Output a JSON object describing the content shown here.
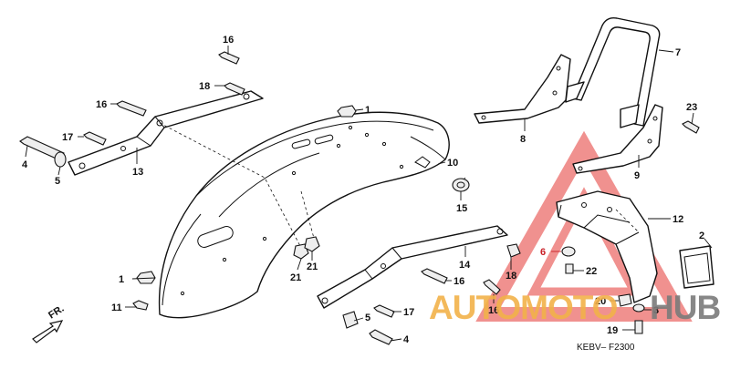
{
  "diagram": {
    "code": "KEBV– F2300",
    "direction": "FR.",
    "callouts": [
      {
        "id": "c1a",
        "num": "1"
      },
      {
        "id": "c1b",
        "num": "1"
      },
      {
        "id": "c2",
        "num": "2"
      },
      {
        "id": "c3",
        "num": "3"
      },
      {
        "id": "c4a",
        "num": "4"
      },
      {
        "id": "c4b",
        "num": "4"
      },
      {
        "id": "c5a",
        "num": "5"
      },
      {
        "id": "c5b",
        "num": "5"
      },
      {
        "id": "c6",
        "num": "6",
        "highlight": true
      },
      {
        "id": "c7",
        "num": "7"
      },
      {
        "id": "c8",
        "num": "8"
      },
      {
        "id": "c9",
        "num": "9"
      },
      {
        "id": "c10",
        "num": "10"
      },
      {
        "id": "c11",
        "num": "11"
      },
      {
        "id": "c12",
        "num": "12"
      },
      {
        "id": "c13",
        "num": "13"
      },
      {
        "id": "c14",
        "num": "14"
      },
      {
        "id": "c15",
        "num": "15"
      },
      {
        "id": "c16a",
        "num": "16"
      },
      {
        "id": "c16b",
        "num": "16"
      },
      {
        "id": "c16c",
        "num": "16"
      },
      {
        "id": "c16d",
        "num": "16"
      },
      {
        "id": "c17a",
        "num": "17"
      },
      {
        "id": "c17b",
        "num": "17"
      },
      {
        "id": "c18a",
        "num": "18"
      },
      {
        "id": "c18b",
        "num": "18"
      },
      {
        "id": "c19",
        "num": "19"
      },
      {
        "id": "c20",
        "num": "20"
      },
      {
        "id": "c21a",
        "num": "21"
      },
      {
        "id": "c21b",
        "num": "21"
      },
      {
        "id": "c22",
        "num": "22"
      },
      {
        "id": "c23",
        "num": "23"
      }
    ]
  },
  "watermark": {
    "part1": "AUTOMOTO",
    "part2": "HUB",
    "color_primary": "#f2b24a",
    "color_secondary": "#7b7b7b",
    "triangle_color": "#e53935"
  }
}
